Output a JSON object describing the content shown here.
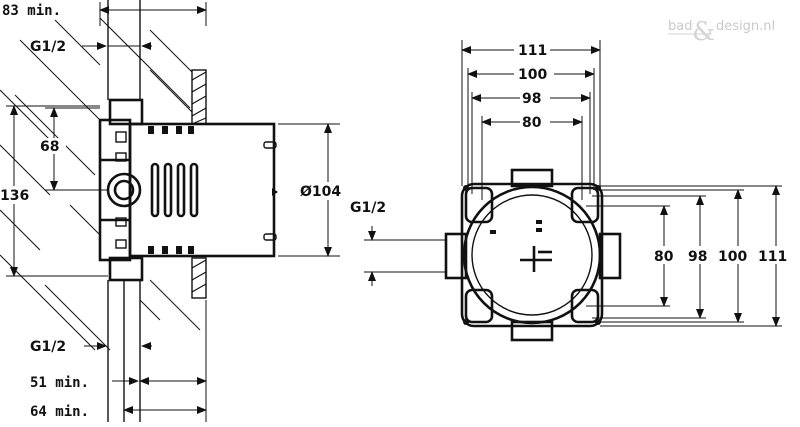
{
  "watermark": {
    "text_left": "bad",
    "text_right": "design.nl"
  },
  "side_view": {
    "dims": {
      "top_min": "83 min.",
      "thread_top": "G1/2",
      "h68": "68",
      "h136": "136",
      "diameter": "Ø104",
      "thread_bottom": "G1/2",
      "min51": "51 min.",
      "min64": "64 min."
    }
  },
  "front_view": {
    "dims": {
      "w111": "111",
      "w100": "100",
      "w98": "98",
      "w80": "80",
      "thread_side": "G1/2",
      "h80": "80",
      "h98": "98",
      "h100": "100",
      "h111": "111"
    }
  }
}
